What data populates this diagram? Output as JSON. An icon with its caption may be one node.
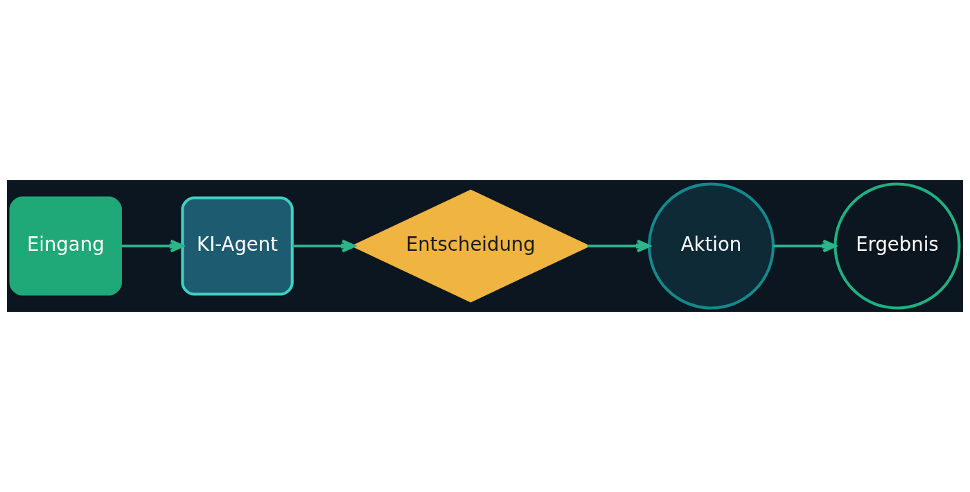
{
  "diagram": {
    "nodes": [
      {
        "text": [
          "Eingang"
        ]
      },
      {
        "text": [
          "KI-Agent"
        ]
      },
      {
        "text": [
          "Entscheidung"
        ]
      },
      {
        "text": [
          "Aktion"
        ]
      },
      {
        "text": [
          "Ergebnis"
        ]
      }
    ],
    "edges": [
      {
        "from": 0,
        "to": 1,
        "arrow": "to"
      },
      {
        "from": 1,
        "to": 2,
        "arrow": "to"
      },
      {
        "from": 2,
        "to": 3,
        "arrow": "to"
      },
      {
        "from": 3,
        "to": 4,
        "arrow": "to"
      }
    ]
  }
}
